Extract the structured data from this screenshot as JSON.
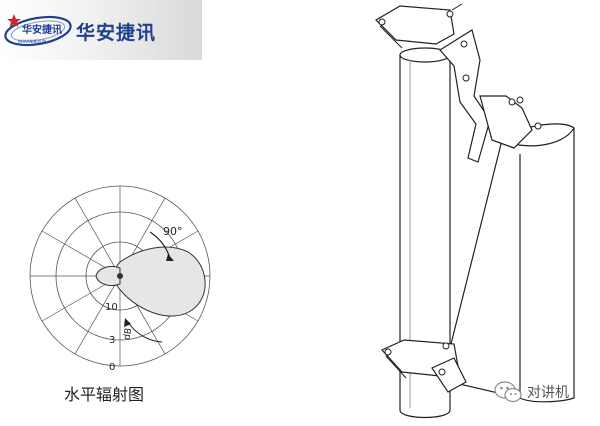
{
  "logo": {
    "brand_text": "华安捷讯",
    "emblem_text": "华安捷讯",
    "emblem_subtext": "HUAANJIEXUN",
    "accent_color": "#1f3f8f",
    "star_color": "#d8232a"
  },
  "pattern": {
    "angle_label": "90°",
    "ring_labels": [
      "10",
      "3",
      "0"
    ],
    "unit_label": "dB"
  },
  "caption": "水平辐射图",
  "watermark": {
    "icon": "wechat-icon",
    "text": "对讲机"
  }
}
